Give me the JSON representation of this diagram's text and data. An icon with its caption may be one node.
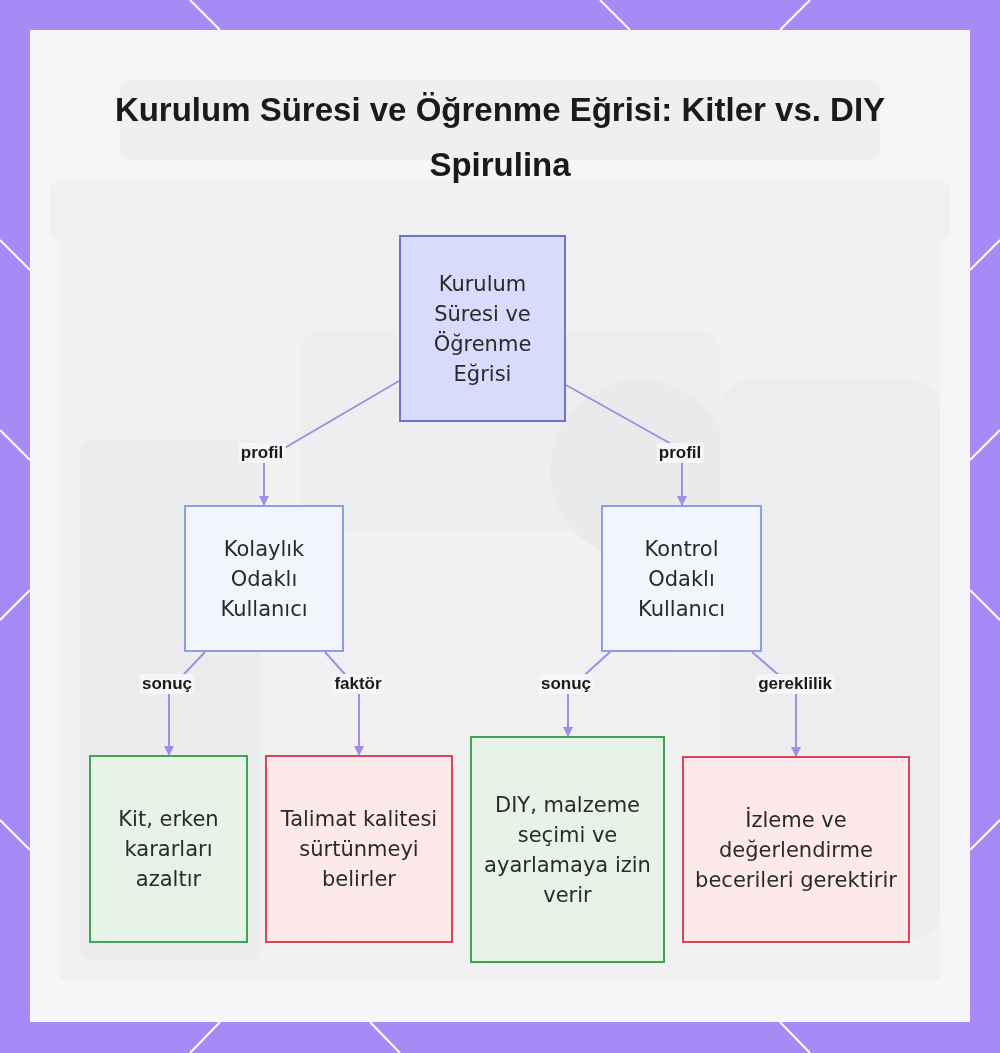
{
  "diagram": {
    "title": "Kurulum Süresi ve Öğrenme Eğrisi: Kitler vs. DIY Spirulina",
    "nodes": [
      {
        "text": [
          "Kurulum Süresi ve Öğrenme Eğrisi"
        ]
      },
      {
        "text": [
          "Kolaylık Odaklı Kullanıcı"
        ]
      },
      {
        "text": [
          "Kontrol Odaklı Kullanıcı"
        ]
      },
      {
        "text": [
          "Kit, erken kararları azaltır"
        ]
      },
      {
        "text": [
          "Talimat kalitesi sürtünmeyi belirler"
        ]
      },
      {
        "text": [
          "DIY, malzeme seçimi ve ayarlamaya izin verir"
        ]
      },
      {
        "text": [
          "İzleme ve değerlendirme becerileri gerektirir"
        ]
      }
    ],
    "edges": [
      {
        "from": 0,
        "to": 1,
        "arrow": "to",
        "label": "profil"
      },
      {
        "from": 0,
        "to": 2,
        "arrow": "to",
        "label": "profil"
      },
      {
        "from": 1,
        "to": 3,
        "arrow": "to",
        "label": "sonuç"
      },
      {
        "from": 1,
        "to": 4,
        "arrow": "to",
        "label": "faktör"
      },
      {
        "from": 2,
        "to": 5,
        "arrow": "to",
        "label": "sonuç"
      },
      {
        "from": 2,
        "to": 6,
        "arrow": "to",
        "label": "gereklilik"
      }
    ]
  }
}
